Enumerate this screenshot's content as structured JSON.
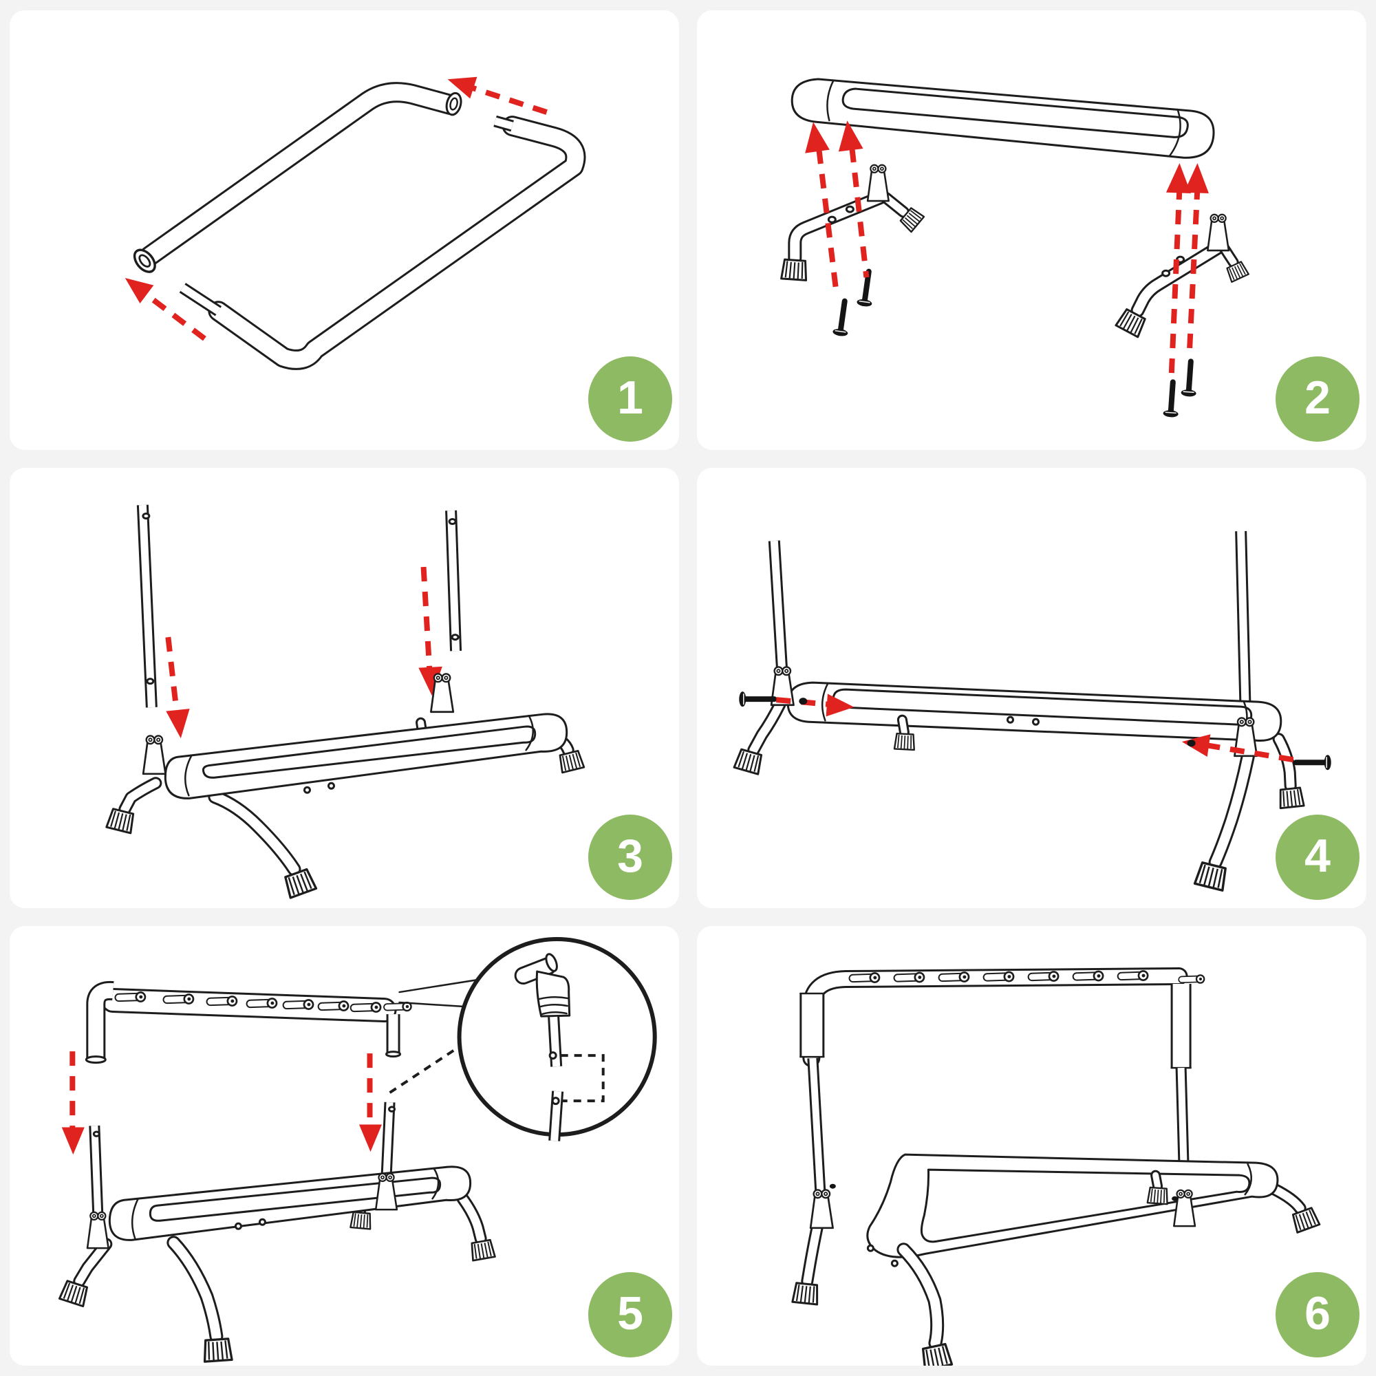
{
  "page": {
    "background": "#f3f3f3"
  },
  "panel": {
    "background": "#ffffff"
  },
  "colors": {
    "badge": "#8dba63",
    "badge_number": "#ffffff",
    "arrow": "#e12320",
    "line": "#1d1d1d"
  },
  "steps": [
    {
      "number": "1",
      "illustration": "two-base-frame-halves-pulled-apart"
    },
    {
      "number": "2",
      "illustration": "base-frame-with-two-legs-and-four-bolts"
    },
    {
      "number": "3",
      "illustration": "upright-posts-lowered-into-base-brackets"
    },
    {
      "number": "4",
      "illustration": "bolts-fastening-posts-to-base"
    },
    {
      "number": "5",
      "illustration": "top-rail-lowered-onto-posts-with-connector-detail-inset"
    },
    {
      "number": "6",
      "illustration": "fully-assembled-guitar-rack"
    }
  ]
}
